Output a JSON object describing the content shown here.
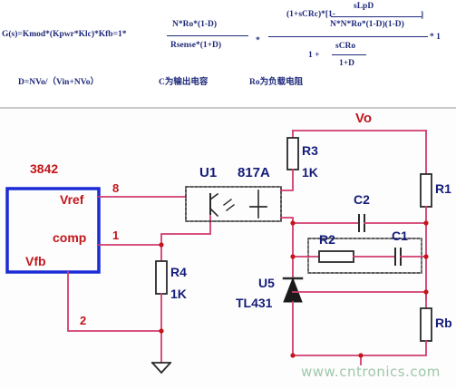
{
  "formula": {
    "lhs": "G(s)=Kmod*(Kpwr*Klc)*Kfb=1*",
    "frac1_num": "N*Ro*(1-D)",
    "frac1_den": "Rsense*(1+D)",
    "times1": "*",
    "big_num_pre": "(1+sCRc)*[1-",
    "inner_num": "sLpD",
    "inner_den": "N*N*Ro*(1-D)(1-D)",
    "bracket_close": "]",
    "big_den_pre": "1 +",
    "small_num": "sCRo",
    "small_den": "1+D",
    "times_end": "* 1",
    "def_d": "D=NVo/（Vin+NVo）",
    "def_c": "C为输出电容",
    "def_ro": "Ro为负载电阻"
  },
  "schematic": {
    "ic_name": "3842",
    "pin_vref": "Vref",
    "pin_comp": "comp",
    "pin_vfb": "Vfb",
    "pin8": "8",
    "pin1": "1",
    "pin2": "2",
    "u1": "U1",
    "opto": "817A",
    "r3": "R3",
    "r3_val": "1K",
    "r4": "R4",
    "r4_val": "1K",
    "vo": "Vo",
    "r1": "R1",
    "c2": "C2",
    "r2": "R2",
    "c1": "C1",
    "u5": "U5",
    "tl431": "TL431",
    "rb": "Rb",
    "watermark": "www.cntronics.com"
  }
}
